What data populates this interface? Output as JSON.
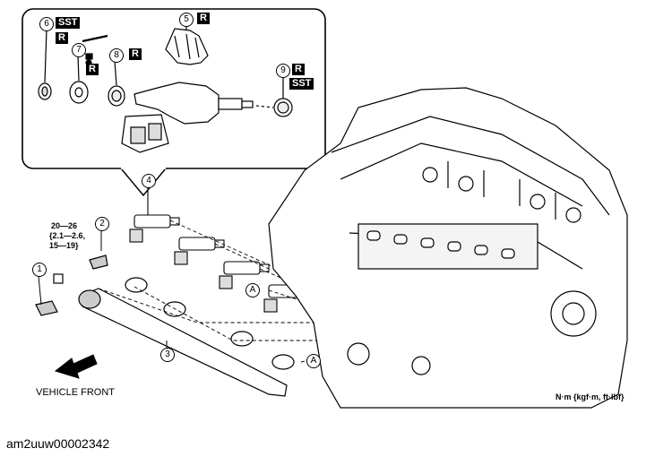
{
  "figure": {
    "callouts": [
      "1",
      "2",
      "3",
      "4",
      "5",
      "6",
      "7",
      "8",
      "9"
    ],
    "ref_mark": "A",
    "service_tags": {
      "sst": "SST",
      "replace": "R"
    },
    "torque_spec": [
      "20—26",
      "{2.1—2.6,",
      "15—19}"
    ],
    "vehicle_front": "VEHICLE FRONT",
    "units": "N·m {kgf·m, ft·lbf}",
    "figure_id": "am2uuw00002342"
  }
}
